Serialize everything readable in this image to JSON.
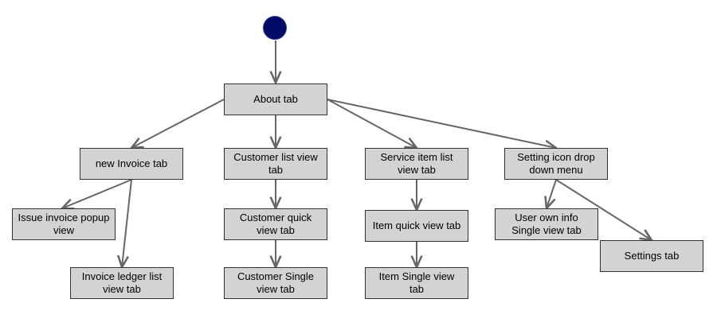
{
  "diagram": {
    "colors": {
      "start_fill": "#000c66",
      "node_fill": "#d3d3d3",
      "node_border": "#333333",
      "edge": "#666666"
    },
    "nodes": {
      "about": "About tab",
      "new_invoice": "new Invoice tab",
      "customer_list": "Customer list view tab",
      "service_item_list": "Service item list view tab",
      "setting_icon": "Setting icon drop down menu",
      "issue_invoice": "Issue invoice popup view",
      "invoice_ledger": "Invoice ledger list view tab",
      "customer_quick": "Customer quick view tab",
      "customer_single": "Customer Single view tab",
      "item_quick": "Item quick view tab",
      "item_single": "Item Single view tab",
      "user_own_info": "User own info Single view tab",
      "settings": "Settings tab"
    },
    "edges": [
      {
        "from": "start",
        "to": "about"
      },
      {
        "from": "about",
        "to": "new_invoice"
      },
      {
        "from": "about",
        "to": "customer_list"
      },
      {
        "from": "about",
        "to": "service_item_list"
      },
      {
        "from": "about",
        "to": "setting_icon"
      },
      {
        "from": "new_invoice",
        "to": "issue_invoice"
      },
      {
        "from": "new_invoice",
        "to": "invoice_ledger"
      },
      {
        "from": "customer_list",
        "to": "customer_quick"
      },
      {
        "from": "customer_quick",
        "to": "customer_single"
      },
      {
        "from": "service_item_list",
        "to": "item_quick"
      },
      {
        "from": "item_quick",
        "to": "item_single"
      },
      {
        "from": "setting_icon",
        "to": "user_own_info"
      },
      {
        "from": "setting_icon",
        "to": "settings"
      }
    ]
  }
}
